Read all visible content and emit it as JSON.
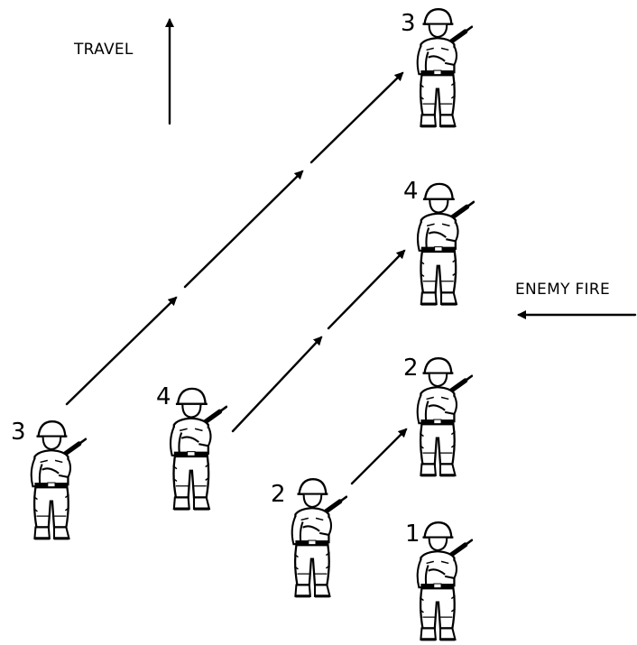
{
  "labels": {
    "travel": "TRAVEL",
    "enemy_fire": "ENEMY FIRE"
  },
  "soldiers": [
    {
      "id": "front-3",
      "number": "3"
    },
    {
      "id": "front-4",
      "number": "4"
    },
    {
      "id": "front-2",
      "number": "2"
    },
    {
      "id": "front-1",
      "number": "1"
    },
    {
      "id": "rear-3",
      "number": "3"
    },
    {
      "id": "rear-4",
      "number": "4"
    },
    {
      "id": "rear-2",
      "number": "2"
    }
  ]
}
